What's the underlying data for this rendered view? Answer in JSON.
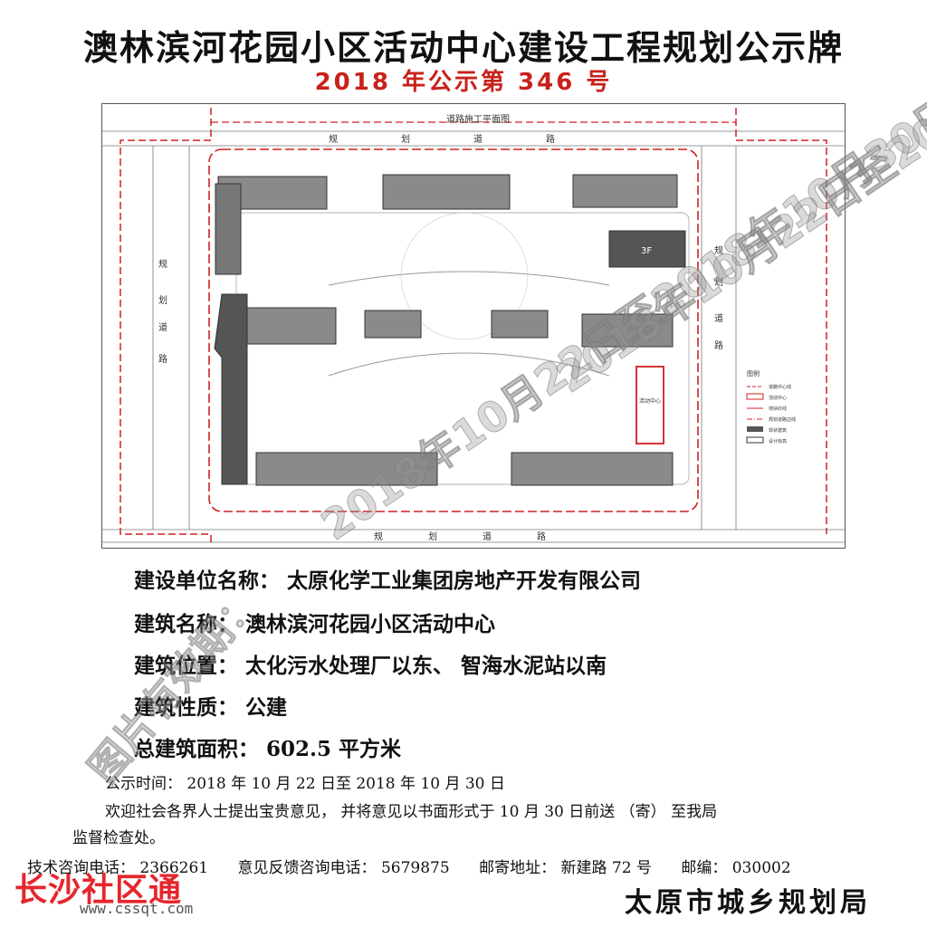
{
  "header": {
    "title": "澳林滨河花园小区活动中心建设工程规划公示牌",
    "subtitle": "2018 年公示第 346 号"
  },
  "plan": {
    "caption": "道路施工平面图",
    "road_top": [
      "规",
      "划",
      "道",
      "路"
    ],
    "road_bottom": [
      "规",
      "划",
      "道",
      "路"
    ],
    "road_left": [
      "规",
      "划",
      "道",
      "路"
    ],
    "road_right": [
      "规",
      "划",
      "道",
      "路"
    ],
    "building_3f_label": "3F",
    "activity_center_label": "活动中心",
    "legend_title": "图例",
    "legend_items": [
      "道路中心线",
      "活动中心",
      "地块红线",
      "规划道路边线",
      "现状建筑",
      "设计标高"
    ],
    "colors": {
      "red_line": "#d02020",
      "building_fill": "#8a8a8a",
      "dark_fill": "#555555"
    }
  },
  "info": {
    "builder": "建设单位名称： 太原化学工业集团房地产开发有限公司",
    "building_name": "建筑名称： 澳林滨河花园小区活动中心",
    "location": "建筑位置： 太化污水处理厂以东、 智海水泥站以南",
    "nature": "建筑性质： 公建",
    "area": "总建筑面积： 602.5 平方米"
  },
  "notice": {
    "period": "公示时间： 2018 年 10 月 22 日至 2018 年 10 月 30 日",
    "welcome_1": "欢迎社会各界人士提出宝贵意见， 并将意见以书面形式于 10 月 30 日前送 （寄） 至我局",
    "welcome_2": "监督检查处。",
    "contacts": "技术咨询电话： 2366261      意见反馈咨询电话： 5679875      邮寄地址： 新建路 72 号      邮编： 030002"
  },
  "footer": {
    "bureau": "太原市城乡规划局"
  },
  "watermarks": {
    "date": "2018年10月22日至2018年10月30日",
    "picture": "图片有效期：",
    "logo": "长沙社区通",
    "logo_url": "www.cssqt.com"
  }
}
